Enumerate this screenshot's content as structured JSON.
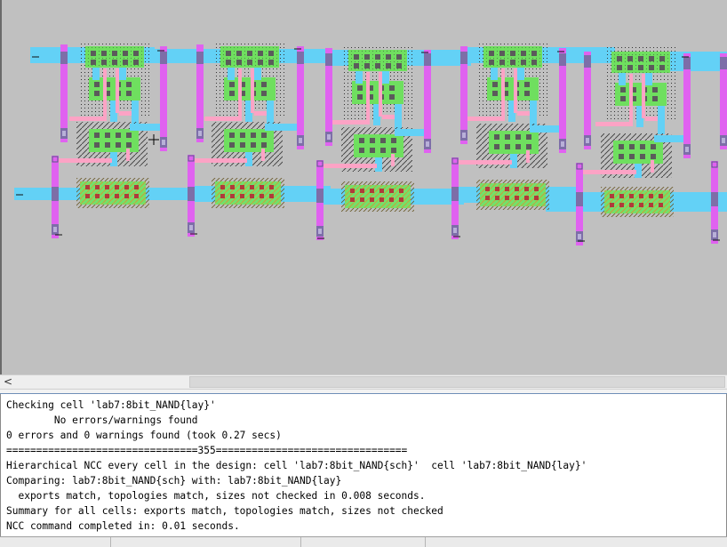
{
  "layout_editor": {
    "cursor_icon": "crosshair-icon",
    "export_pin_glyph": "—",
    "colors": {
      "background": "#c0c0c0",
      "metal1": "#63d1f6",
      "poly": "#fca3c5",
      "metal2": "#e062f0",
      "via": "#7d6ea8",
      "active": "#6fdf5f",
      "contact": "#5b5b5b"
    }
  },
  "scrollbar": {
    "left_arrow": "<"
  },
  "console": {
    "lines": [
      "Checking cell 'lab7:8bit_NAND{lay}'",
      "        No errors/warnings found",
      "0 errors and 0 warnings found (took 0.27 secs)",
      "================================355================================",
      "Hierarchical NCC every cell in the design: cell 'lab7:8bit_NAND{sch}'  cell 'lab7:8bit_NAND{lay}'",
      "Comparing: lab7:8bit_NAND{sch} with: lab7:8bit_NAND{lay}",
      "  exports match, topologies match, sizes not checked in 0.008 seconds.",
      "Summary for all cells: exports match, topologies match, sizes not checked",
      "NCC command completed in: 0.01 seconds."
    ]
  }
}
